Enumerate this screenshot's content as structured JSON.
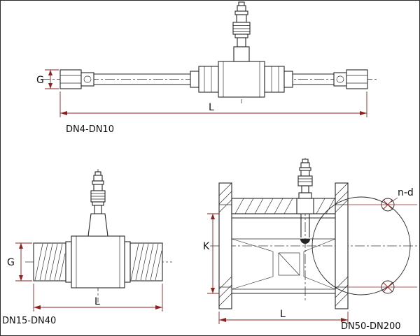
{
  "page": {
    "background": "#ffffff",
    "border_color": "#2b2b2b"
  },
  "colors": {
    "line": "#262626",
    "centerline": "#3a3a3a",
    "dimension": "#8e2020",
    "text": "#111111"
  },
  "views": {
    "dn4_dn10": {
      "caption": "DN4-DN10",
      "dim_g": "G",
      "dim_l": "L"
    },
    "dn15_dn40": {
      "caption": "DN15-DN40",
      "dim_g": "G",
      "dim_l": "L"
    },
    "dn50_dn200": {
      "caption": "DN50-DN200",
      "dim_k": "K",
      "dim_l": "L",
      "bolt_pattern": "n-d"
    }
  }
}
